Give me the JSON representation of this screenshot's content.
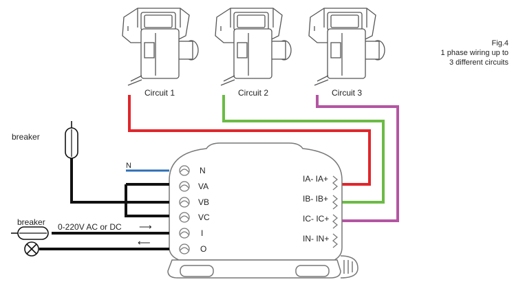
{
  "figure": {
    "ref": "Fig.4",
    "line1": "1 phase wiring up to",
    "line2": "3 different circuits"
  },
  "sensors": [
    {
      "label": "Circuit 1",
      "wire_color": "#e0262b"
    },
    {
      "label": "Circuit 2",
      "wire_color": "#6cbb45"
    },
    {
      "label": "Circuit 3",
      "wire_color": "#b455a2"
    }
  ],
  "breakers": {
    "top_label": "breaker",
    "bottom_label": "breaker"
  },
  "supply": {
    "label": "0-220V AC or DC",
    "arrow_right": "⟶",
    "arrow_left": "⟵"
  },
  "meter": {
    "left_terminals": [
      "N",
      "VA",
      "VB",
      "VC",
      "I",
      "O"
    ],
    "right_terminals": [
      "IA- IA+",
      "IB- IB+",
      "IC- IC+",
      "IN- IN+"
    ]
  },
  "colors": {
    "neutral_wire": "#2e6fb5",
    "line_wire": "#111111",
    "outline": "#777777"
  }
}
